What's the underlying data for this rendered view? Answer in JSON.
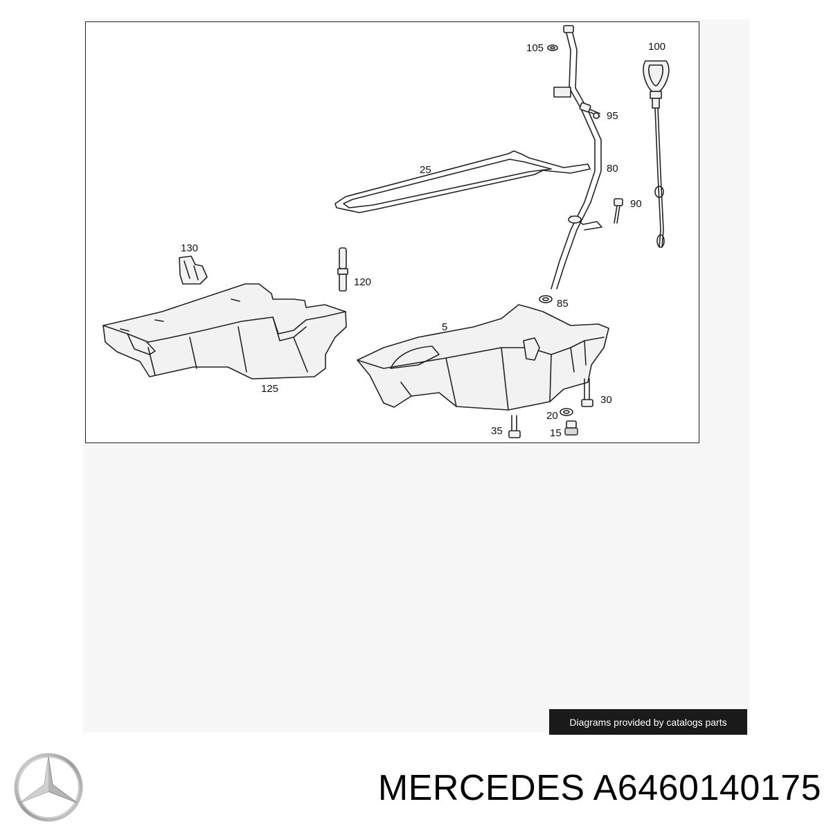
{
  "diagram": {
    "callouts": {
      "c100": "100",
      "c105": "105",
      "c95": "95",
      "c80": "80",
      "c25": "25",
      "c90": "90",
      "c130": "130",
      "c120": "120",
      "c85": "85",
      "c5": "5",
      "c125": "125",
      "c30": "30",
      "c20": "20",
      "c35": "35",
      "c15": "15"
    }
  },
  "credit": "Diagrams provided by catalogs parts",
  "brand": "MERCEDES",
  "part_number": "A6460140175",
  "title_text": "MERCEDES A6460140175"
}
